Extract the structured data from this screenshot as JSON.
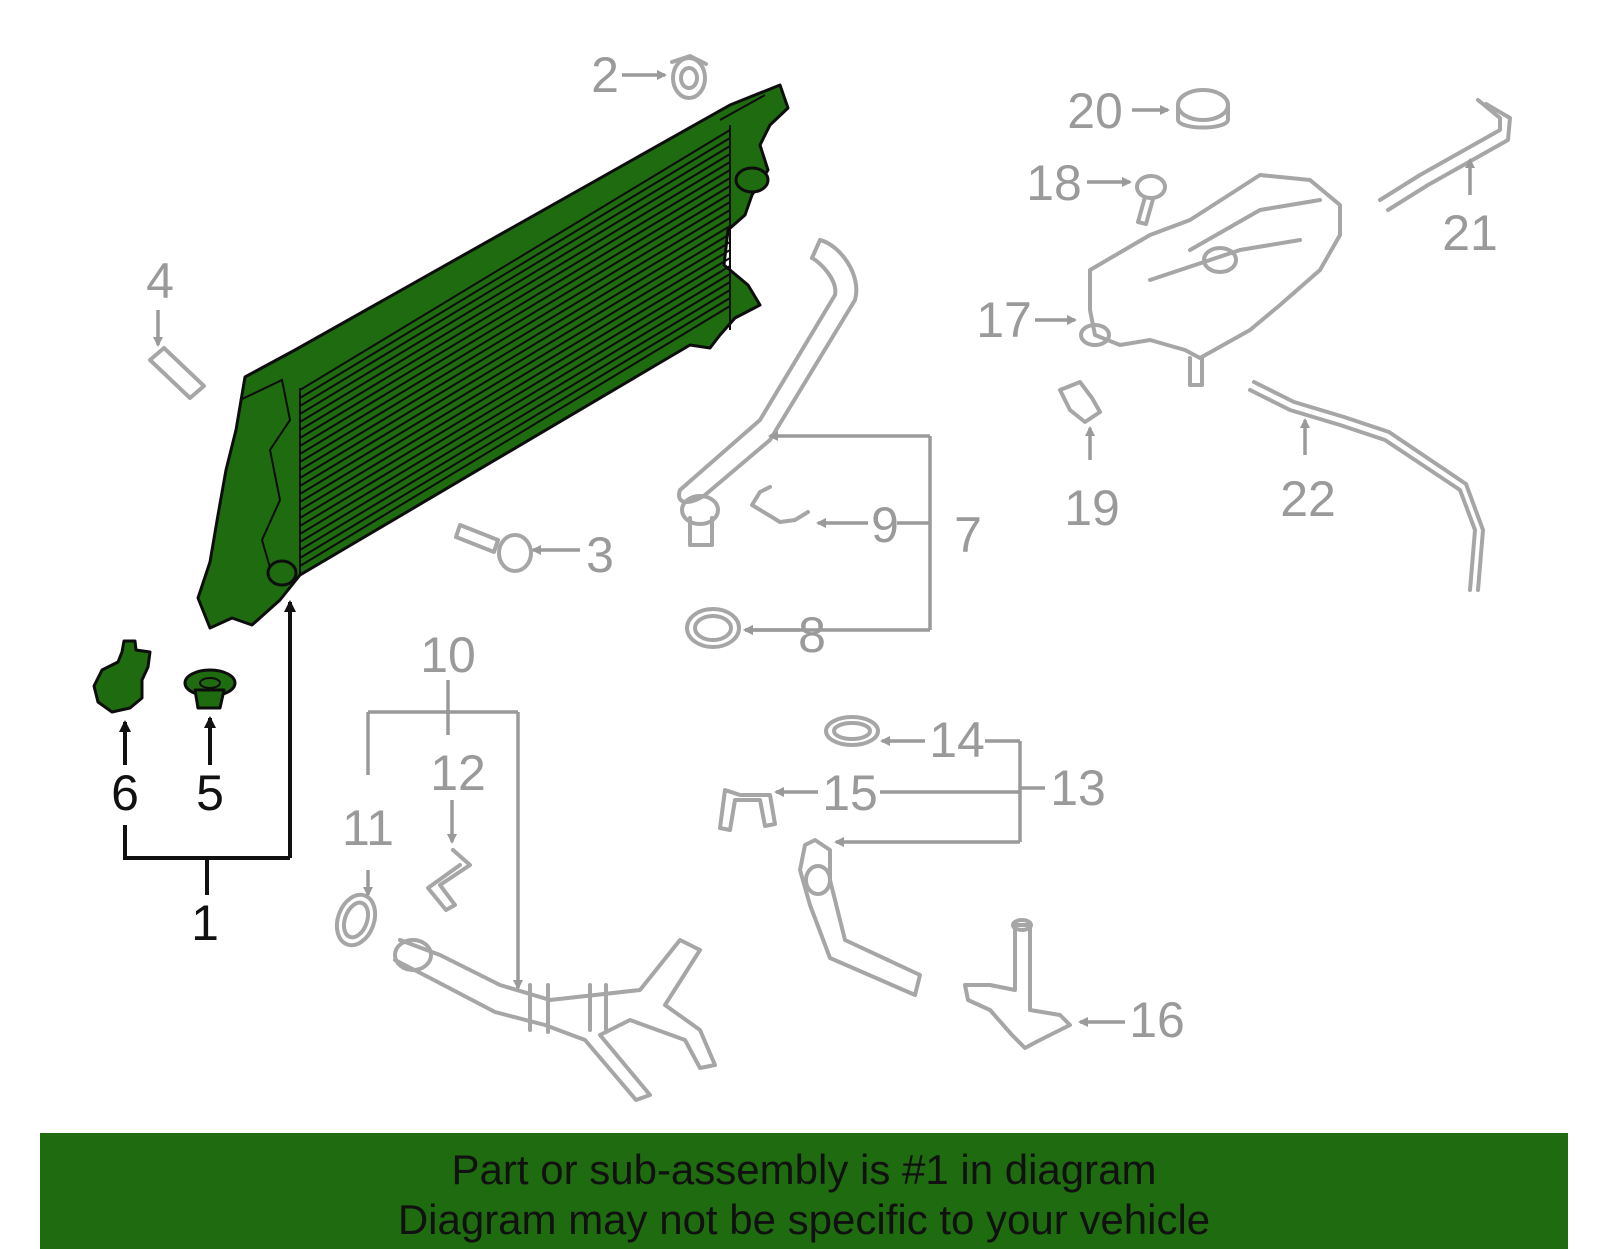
{
  "colors": {
    "highlight": "#1f6b10",
    "banner": "#1f6b10",
    "inactive_part": "#a6a6a6",
    "active_label": "#111111"
  },
  "callouts": {
    "c1": "1",
    "c2": "2",
    "c3": "3",
    "c4": "4",
    "c5": "5",
    "c6": "6",
    "c7": "7",
    "c8": "8",
    "c9": "9",
    "c10": "10",
    "c11": "11",
    "c12": "12",
    "c13": "13",
    "c14": "14",
    "c15": "15",
    "c16": "16",
    "c17": "17",
    "c18": "18",
    "c19": "19",
    "c20": "20",
    "c21": "21",
    "c22": "22"
  },
  "highlighted_callouts": [
    "1",
    "5",
    "6"
  ],
  "banner": {
    "line1": "Part or sub-assembly is #1 in diagram",
    "line2": "Diagram may not be specific to your vehicle"
  }
}
